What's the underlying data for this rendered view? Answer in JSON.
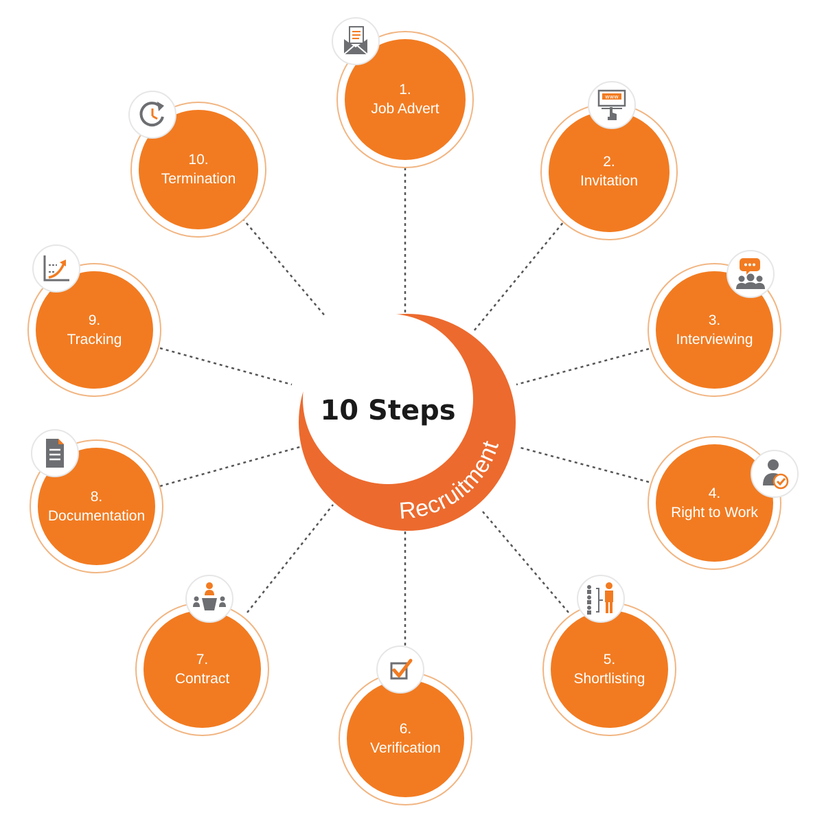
{
  "hub": {
    "title": "10 Steps",
    "subtitle": "Recruitment"
  },
  "colors": {
    "accent": "#f27b21",
    "hub_ring": "#ec6a2e",
    "ring_outline": "#f1b582",
    "icon_gray": "#6d6e71",
    "connector": "#555555"
  },
  "steps": [
    {
      "number": "1.",
      "label": "Job Advert",
      "icon": "envelope-document-icon"
    },
    {
      "number": "2.",
      "label": "Invitation",
      "icon": "www-touchscreen-icon"
    },
    {
      "number": "3.",
      "label": "Interviewing",
      "icon": "speech-bubble-group-icon"
    },
    {
      "number": "4.",
      "label": "Right to Work",
      "icon": "person-checkmark-icon"
    },
    {
      "number": "5.",
      "label": "Shortlisting",
      "icon": "people-selection-icon"
    },
    {
      "number": "6.",
      "label": "Verification",
      "icon": "checkbox-checkmark-icon"
    },
    {
      "number": "7.",
      "label": "Contract",
      "icon": "meeting-table-icon"
    },
    {
      "number": "8.",
      "label": "Documentation",
      "icon": "document-icon"
    },
    {
      "number": "9.",
      "label": "Tracking",
      "icon": "growth-chart-icon"
    },
    {
      "number": "10.",
      "label": "Termination",
      "icon": "clock-arrow-icon"
    }
  ]
}
